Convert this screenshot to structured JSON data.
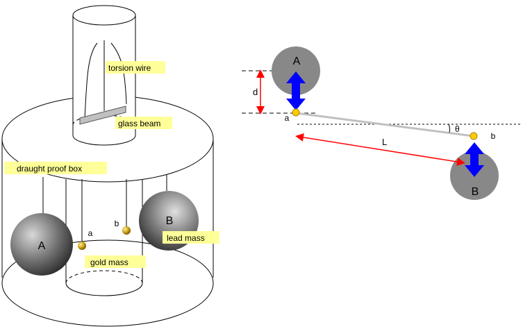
{
  "colors": {
    "label_bg": "#ffff99",
    "arrow_blue": "#0000ff",
    "arrow_red": "#ff0000",
    "gold": "#ffcc00",
    "lead_gray": "#888888",
    "beam_gray": "#c0c0c0"
  },
  "left_apparatus": {
    "labels": {
      "torsion_wire": "torsion wire",
      "glass_beam": "glass beam",
      "draught_box": "draught proof box",
      "lead_mass": "lead mass",
      "gold_mass": "gold mass"
    },
    "mass_letters": {
      "a": "a",
      "b": "b",
      "A": "A",
      "B": "B"
    }
  },
  "top_view": {
    "mass_letters": {
      "A": "A",
      "B": "B",
      "a": "a",
      "b": "b"
    },
    "symbols": {
      "d": "d",
      "L": "L",
      "theta": "θ"
    }
  }
}
